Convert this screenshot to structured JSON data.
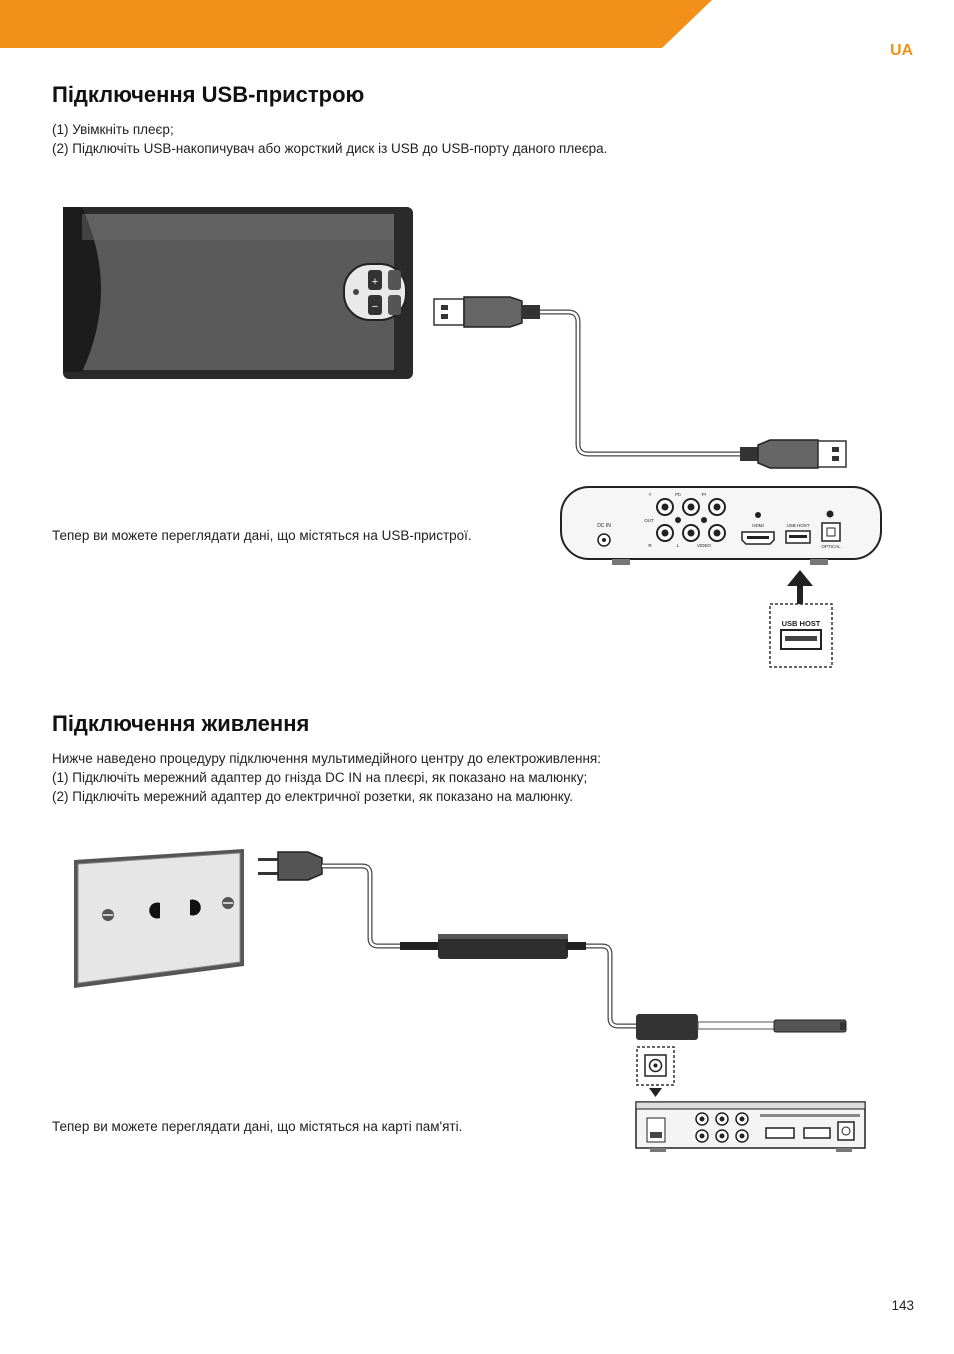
{
  "header": {
    "lang": "UA",
    "accent": "#f39019"
  },
  "usb_section": {
    "title": "Підключення USB-пристрою",
    "steps": [
      "(1) Увімкніть плеєр;",
      "(2) Підключіть USB-накопичувач або жорсткий диск із USB до USB-порту даного плеєра."
    ],
    "result": "Тепер ви можете переглядати дані, що містяться на USB-пристрої.",
    "port_labels": {
      "dc_in": "DC IN",
      "out": "OUT",
      "hdmi": "HDMI",
      "usb_host": "USB HOST",
      "optical": "OPTICAL",
      "video": "VIDEO",
      "l": "L",
      "r": "R",
      "y": "Y",
      "pb": "Pb",
      "pr": "Pr"
    },
    "zoom_label": "USB HOST"
  },
  "power_section": {
    "title": "Підключення живлення",
    "intro": "Нижче наведено процедуру підключення мультимедійного центру до електроживлення:",
    "steps": [
      "(1) Підключіть мережний адаптер до гнізда DC IN на плеєрі, як показано на малюнку;",
      "(2) Підключіть мережний адаптер до електричної розетки, як показано на малюнку."
    ],
    "result": "Тепер ви можете переглядати дані, що містяться на карті пам'яті."
  },
  "footer": {
    "page_number": "143"
  }
}
